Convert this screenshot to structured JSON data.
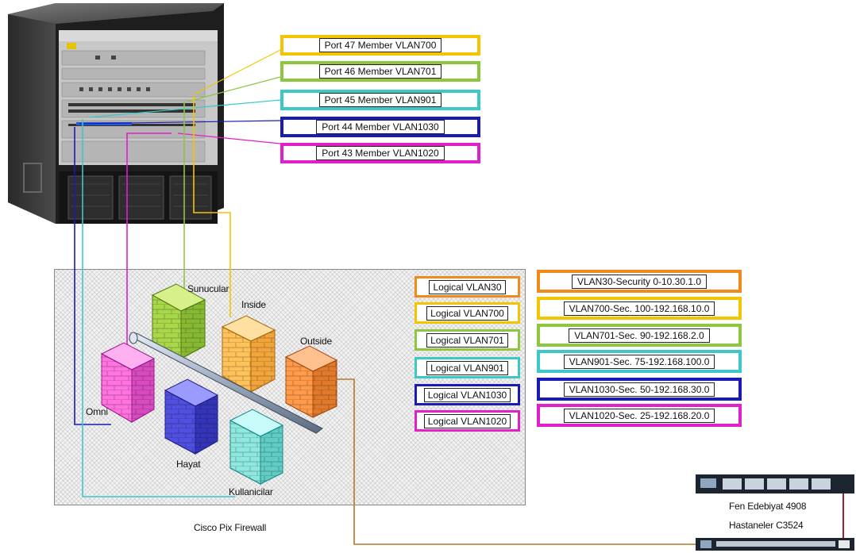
{
  "port_members": [
    {
      "label": "Port 47 Member VLAN700",
      "color": "#f5c400"
    },
    {
      "label": "Port 46 Member VLAN701",
      "color": "#8dc63f"
    },
    {
      "label": "Port 45 Member VLAN901",
      "color": "#3cc8c8"
    },
    {
      "label": "Port 44 Member VLAN1030",
      "color": "#1a1ab8"
    },
    {
      "label": "Port 43 Member VLAN1020",
      "color": "#e020c8"
    }
  ],
  "logical_vlans": [
    {
      "label": "Logical VLAN30",
      "color": "#f08a1a"
    },
    {
      "label": "Logical VLAN700",
      "color": "#f5c400"
    },
    {
      "label": "Logical VLAN701",
      "color": "#8dc63f"
    },
    {
      "label": "Logical VLAN901",
      "color": "#3cc8c8"
    },
    {
      "label": "Logical VLAN1030",
      "color": "#1a1ab8"
    },
    {
      "label": "Logical VLAN1020",
      "color": "#e020c8"
    }
  ],
  "vlan_security": [
    {
      "label": "VLAN30-Security 0-10.30.1.0",
      "color": "#f08a1a"
    },
    {
      "label": "VLAN700-Sec. 100-192.168.10.0",
      "color": "#f5c400"
    },
    {
      "label": "VLAN701-Sec. 90-192.168.2.0",
      "color": "#8dc63f"
    },
    {
      "label": "VLAN901-Sec. 75-192.168.100.0",
      "color": "#3cc8c8"
    },
    {
      "label": "VLAN1030-Sec. 50-192.168.30.0",
      "color": "#1a1ab8"
    },
    {
      "label": "VLAN1020-Sec. 25-192.168.20.0",
      "color": "#e020c8"
    }
  ],
  "zones": {
    "sunucular": "Sunucular",
    "inside": "Inside",
    "outside": "Outside",
    "omni": "Omni",
    "hayat": "Hayat",
    "kullanicilar": "Kullanicilar"
  },
  "firewall_caption": "Cisco Pix Firewall",
  "switches": {
    "top_label": "Fen Edebiyat 4908",
    "bottom_label": "Hastaneler C3524"
  }
}
